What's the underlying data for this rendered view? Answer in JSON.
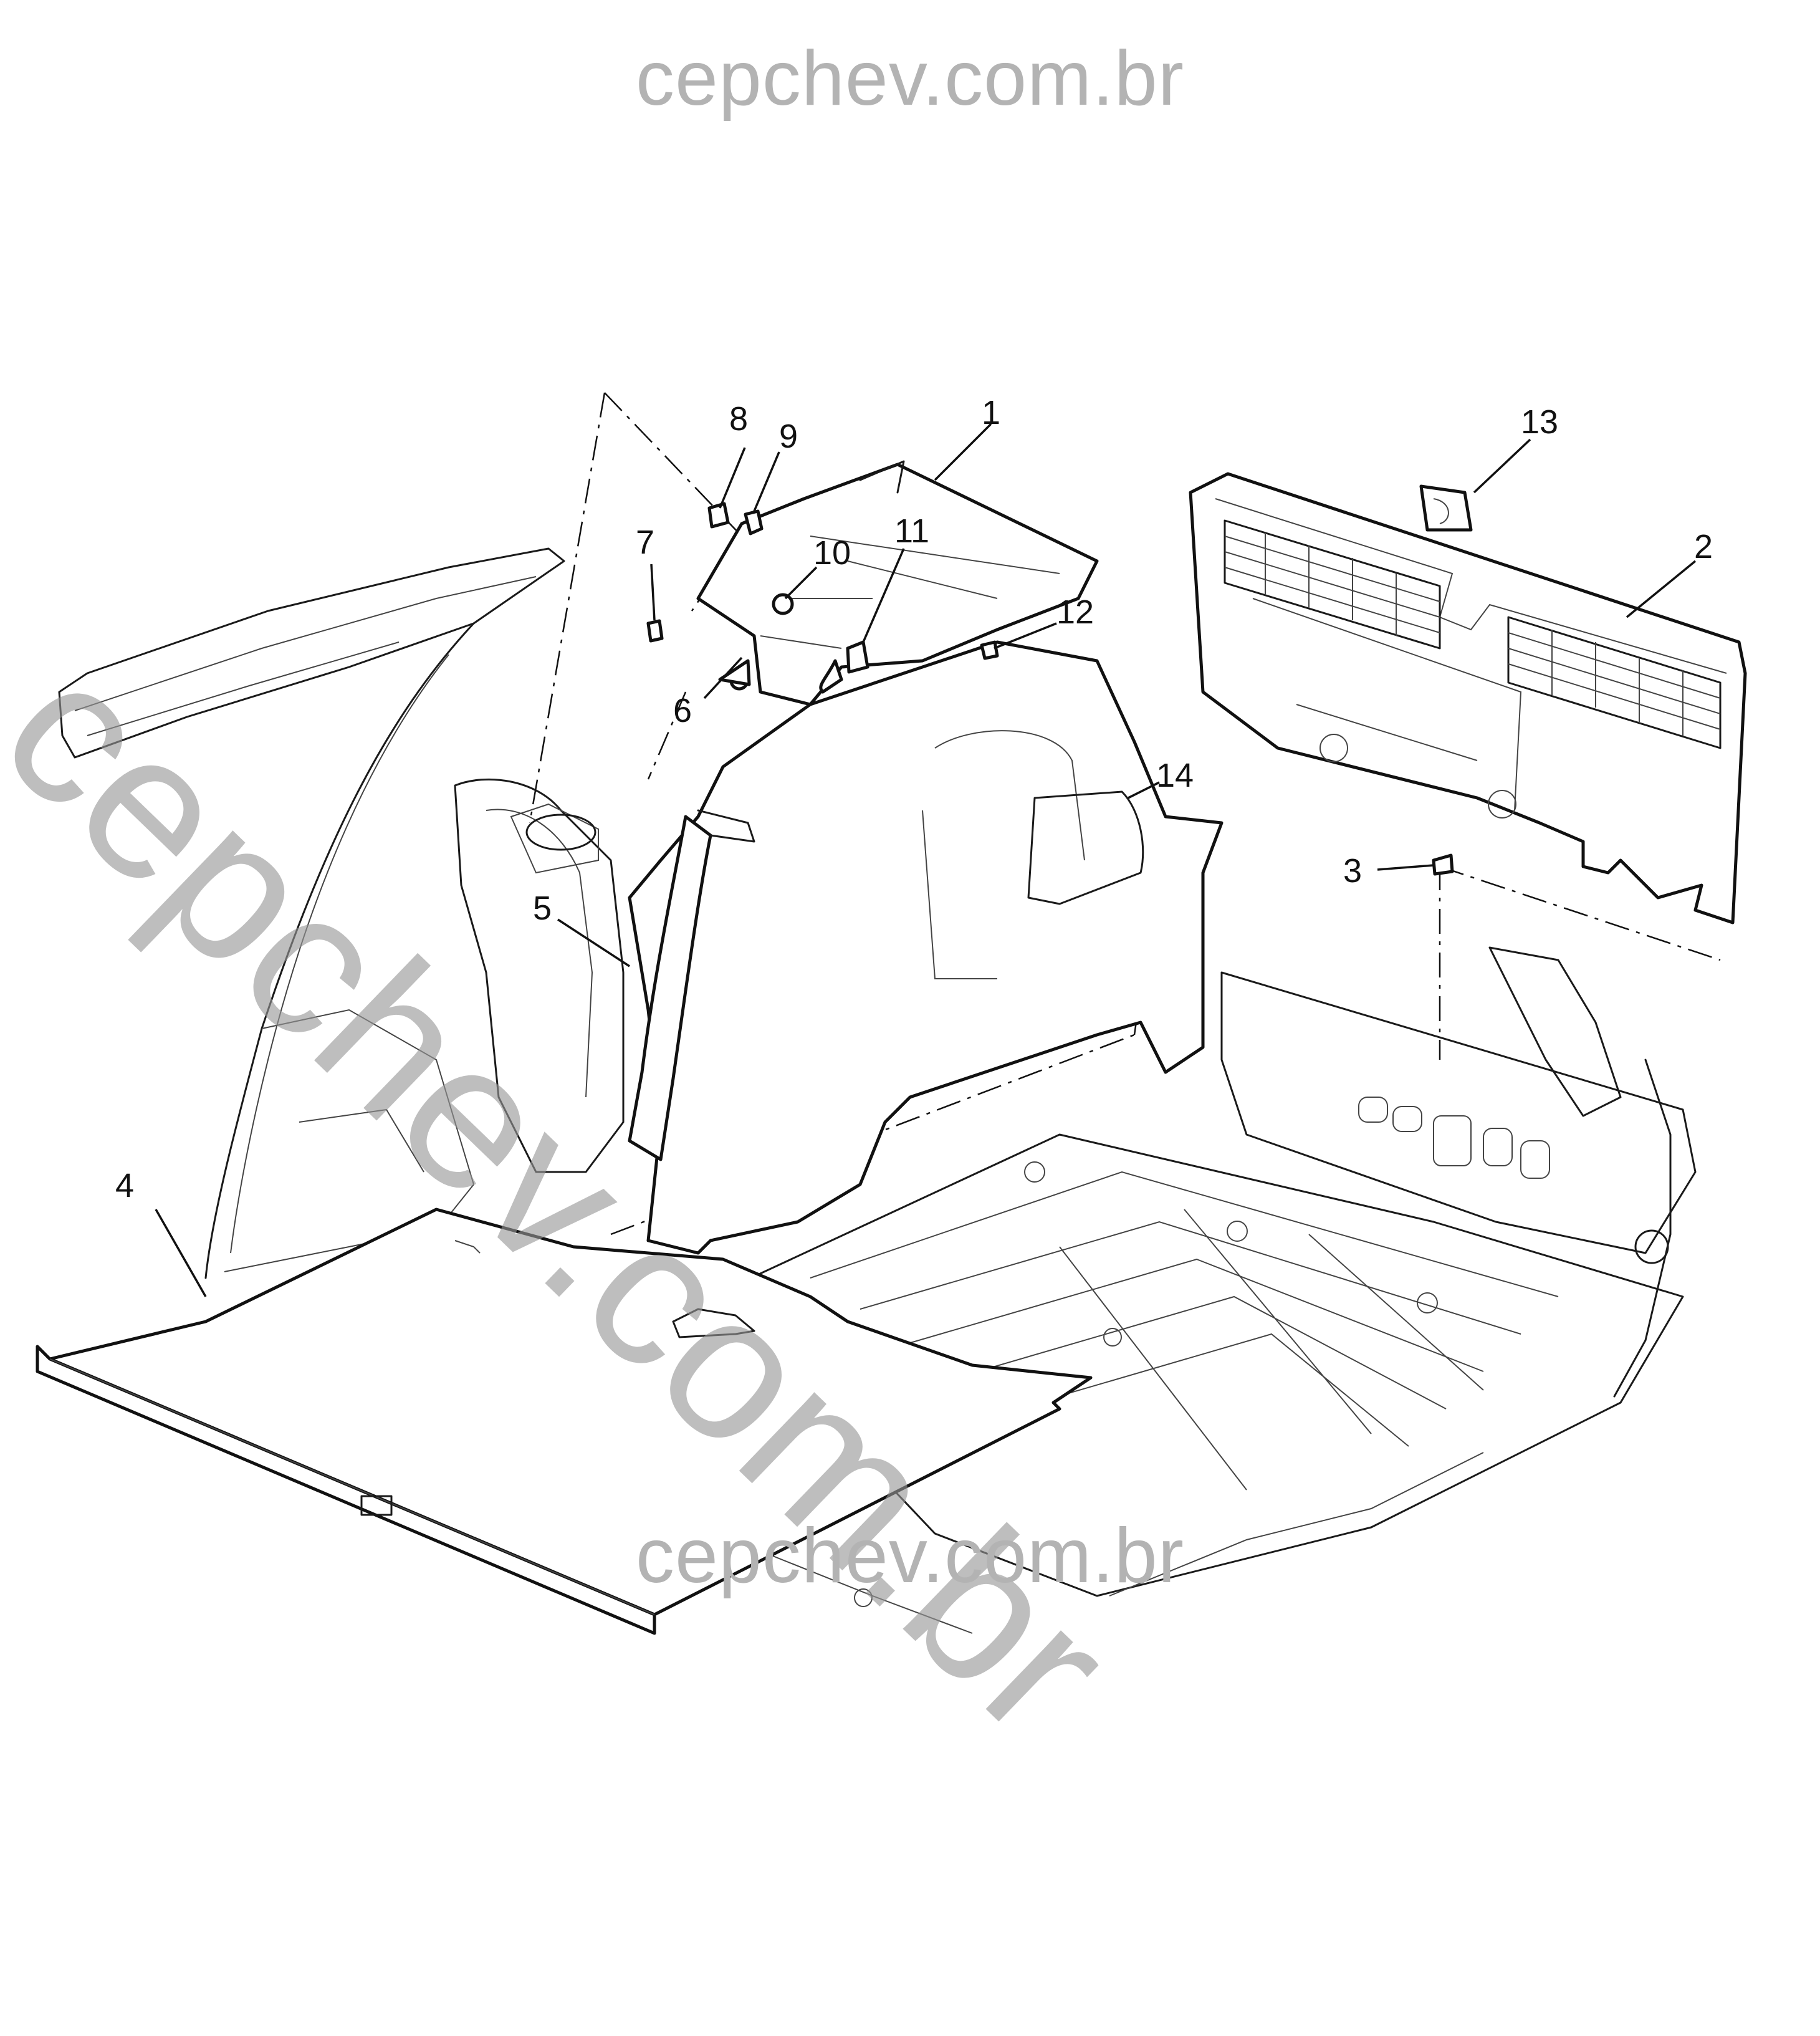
{
  "watermark": {
    "top": "cepchev.com.br",
    "bottom": "cepchev.com.br",
    "diagonal": "cepchev.com.br"
  },
  "callouts": [
    "1",
    "2",
    "3",
    "4",
    "5",
    "6",
    "7",
    "8",
    "9",
    "10",
    "11",
    "12",
    "13",
    "14"
  ]
}
